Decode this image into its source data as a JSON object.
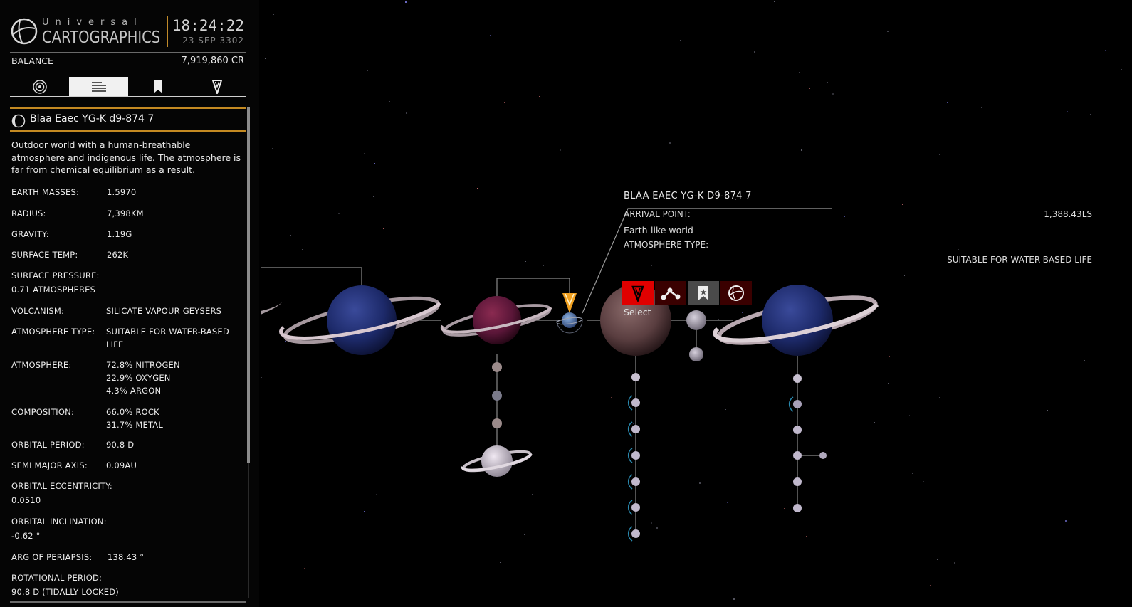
{
  "header": {
    "brand_top": "Universal",
    "brand_main": "CARTOGRAPHICS",
    "time": "18:24:22",
    "date": "23 SEP 3302"
  },
  "balance": {
    "label": "BALANCE",
    "value": "7,919,860 CR"
  },
  "tabs": [
    {
      "name": "target-icon",
      "active": false
    },
    {
      "name": "list-icon",
      "active": true
    },
    {
      "name": "bookmark-icon",
      "active": false
    },
    {
      "name": "map-pin-icon",
      "active": false
    }
  ],
  "body": {
    "title": "Blaa Eaec YG-K d9-874 7",
    "description": "Outdoor world with a human-breathable atmosphere and indigenous life. The atmosphere is far from chemical equilibrium as a result.",
    "stats": {
      "earth_masses": {
        "label": "EARTH MASSES:",
        "value": "1.5970"
      },
      "radius": {
        "label": "RADIUS:",
        "value": "7,398KM"
      },
      "gravity": {
        "label": "GRAVITY:",
        "value": "1.19G"
      },
      "surface_temp": {
        "label": "SURFACE TEMP:",
        "value": "262K"
      },
      "surface_pressure": {
        "label": "SURFACE PRESSURE:",
        "value": "0.71 ATMOSPHERES"
      },
      "volcanism": {
        "label": "VOLCANISM:",
        "value": "SILICATE VAPOUR GEYSERS"
      },
      "atmosphere_type": {
        "label": "ATMOSPHERE TYPE:",
        "value_1": "SUITABLE FOR WATER-BASED",
        "value_2": "LIFE"
      },
      "atmosphere": {
        "label": "ATMOSPHERE:",
        "values": [
          "72.8% NITROGEN",
          "22.9% OXYGEN",
          "4.3% ARGON"
        ]
      },
      "composition": {
        "label": "COMPOSITION:",
        "values": [
          "66.0% ROCK",
          "31.7% METAL"
        ]
      },
      "orbital_period": {
        "label": "ORBITAL PERIOD:",
        "value": "90.8 D"
      },
      "semi_major_axis": {
        "label": "SEMI MAJOR AXIS:",
        "value": "0.09AU"
      },
      "orbital_eccentricity": {
        "label": "ORBITAL ECCENTRICITY:",
        "value": "0.0510"
      },
      "orbital_inclination": {
        "label": "ORBITAL INCLINATION:",
        "value": "-0.62 °"
      },
      "arg_of_periapsis": {
        "label": "ARG OF PERIAPSIS:",
        "value": "138.43 °"
      },
      "rotational_period": {
        "label": "ROTATIONAL PERIOD:",
        "value": "90.8 D (TIDALLY LOCKED)"
      }
    }
  },
  "info_box": {
    "title": "BLAA EAEC YG-K D9-874 7",
    "arrival_label": "ARRIVAL POINT:",
    "arrival_value": "1,388.43LS",
    "body_type": "Earth-like world",
    "atmosphere_label": "ATMOSPHERE TYPE:",
    "atmosphere_value": "SUITABLE FOR WATER-BASED LIFE"
  },
  "actions": [
    {
      "name": "target-button",
      "icon": "target-marker-icon",
      "color": "#e00000"
    },
    {
      "name": "route-button",
      "icon": "route-icon",
      "color": "#3a0000"
    },
    {
      "name": "bookmark-button",
      "icon": "bookmark-star-icon",
      "color": "#4a4a4a"
    },
    {
      "name": "cartographics-button",
      "icon": "cartographics-icon",
      "color": "#3a0000"
    }
  ],
  "select_label": "Select",
  "colors": {
    "accent": "#c48a22",
    "marker": "#f0a020",
    "selected_action": "#e00000"
  }
}
